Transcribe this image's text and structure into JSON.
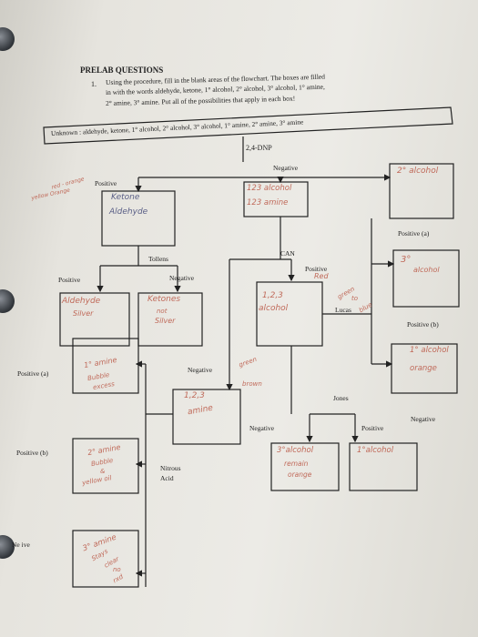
{
  "header": {
    "title": "PRELAB QUESTIONS",
    "q_number": "1.",
    "instr1": "Using the procedure, fill in the blank areas of the flowchart. The boxes are filled",
    "instr2": "in with the words aldehyde, ketone, 1° alcohol, 2° alcohol, 3° alcohol, 1° amine,",
    "instr3": "2° amine, 3° amine. Put all of the possibilities that apply in each box!"
  },
  "flowchart": {
    "unknown": "Unknown : aldehyde, ketone, 1° alcohol, 2° alcohol, 3° alcohol, 1° amine, 2° amine, 3° amine",
    "dnp": "2,4-DNP",
    "positive": "Positive",
    "negative": "Negative",
    "tollens": "Tollens",
    "can": "CAN",
    "lucas": "Lucas",
    "jones": "Jones",
    "nitrous": "Nitrous",
    "acid": "Acid",
    "pos_a": "Positive (a)",
    "pos_b": "Positive (b)",
    "neg_bottom": "Ne  ive",
    "pos_red": "Positive"
  },
  "handwriting": {
    "red_orange": "red - orange",
    "yellow_orange": "yellow Orange",
    "ketone": "Ketone",
    "aldehyde": "Aldehyde",
    "neg_alc_amine_1": "123 alcohol",
    "neg_alc_amine_2": "123 amine",
    "sec_alc_top": "2° alcohol",
    "aldehyde_silver_1": "Aldehyde",
    "aldehyde_silver_2": "Silver",
    "ketones": "Ketones",
    "not": "not",
    "silver": "Silver",
    "red": "Red",
    "alc123_1": "1,2,3",
    "alc123_2": "alcohol",
    "green": "green",
    "to": "to",
    "blue": "blue",
    "tert_alc_1": "3°",
    "tert_alc_2": "alcohol",
    "prim_alc_1": "1° alcohol",
    "prim_alc_2": "orange",
    "prim_amine_1": "1° amine",
    "prim_amine_2": "Bubble",
    "prim_amine_3": "excess",
    "green_brown_1": "green",
    "green_brown_2": "brown",
    "amine123_1": "1,2,3",
    "amine123_2": "amine",
    "tert_alc_remain_1": "3°alcohol",
    "tert_alc_remain_2": "remain",
    "tert_alc_remain_3": "orange",
    "prim_alc_jones": "1°alcohol",
    "sec_amine_1": "2° amine",
    "sec_amine_2": "Bubble",
    "sec_amine_3": "&",
    "sec_amine_4": "yellow oil",
    "tert_amine_1": "3° amine",
    "tert_amine_2": "Stays",
    "tert_amine_3": "clear",
    "tert_amine_4": "no",
    "tert_amine_5": "rxd"
  }
}
